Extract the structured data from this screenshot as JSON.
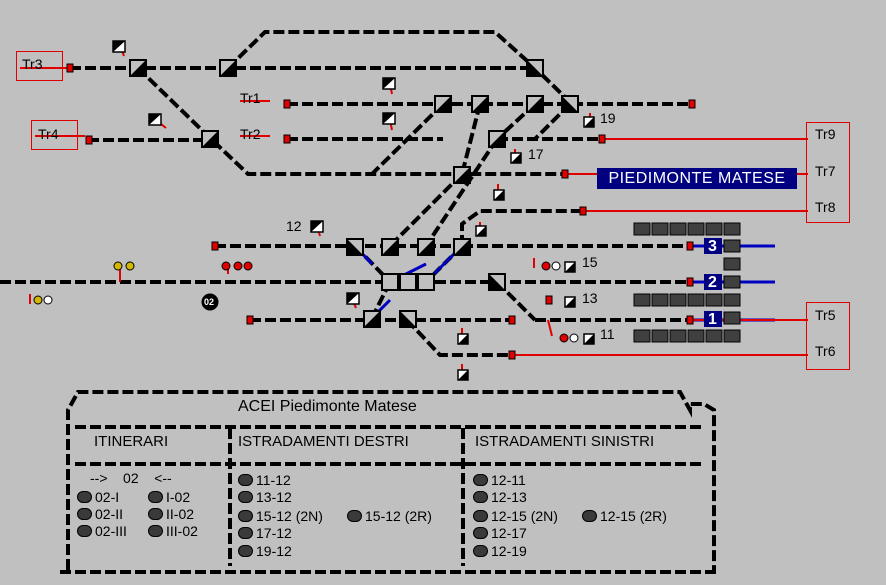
{
  "colors": {
    "background": "#c0c0c0",
    "track": "#000000",
    "signal": "#e00000",
    "station_bg": "#000080",
    "route_line": "#0000c0"
  },
  "station_name": "PIEDIMONTE MATESE",
  "panel_title": "ACEI Piedimonte Matese",
  "boxes": {
    "tr3": "Tr3",
    "tr4": "Tr4",
    "tr9": "Tr9",
    "tr7": "Tr7",
    "tr8": "Tr8",
    "tr5": "Tr5",
    "tr6": "Tr6"
  },
  "track_labels": {
    "tr1": "Tr1",
    "tr2": "Tr2"
  },
  "signal_numbers": {
    "s19": "19",
    "s17": "17",
    "s15": "15",
    "s13": "13",
    "s11": "11",
    "s12": "12",
    "s02": "02"
  },
  "track_numbers": {
    "t3": "3",
    "t2": "2",
    "t1": "1"
  },
  "headers": {
    "itinerari": "ITINERARI",
    "destri": "ISTRADAMENTI DESTRI",
    "sinistri": "ISTRADAMENTI SINISTRI"
  },
  "itinerari": {
    "direction": "-->    02    <--",
    "left": [
      "02-I",
      "02-II",
      "02-III"
    ],
    "right": [
      "I-02",
      "II-02",
      "III-02"
    ]
  },
  "destri": {
    "items": [
      "11-12",
      "13-12",
      "15-12 (2N)",
      "17-12",
      "19-12"
    ],
    "extra": "15-12 (2R)"
  },
  "sinistri": {
    "items": [
      "12-11",
      "12-13",
      "12-15 (2N)",
      "12-17",
      "12-19"
    ],
    "extra": "12-15 (2R)"
  }
}
